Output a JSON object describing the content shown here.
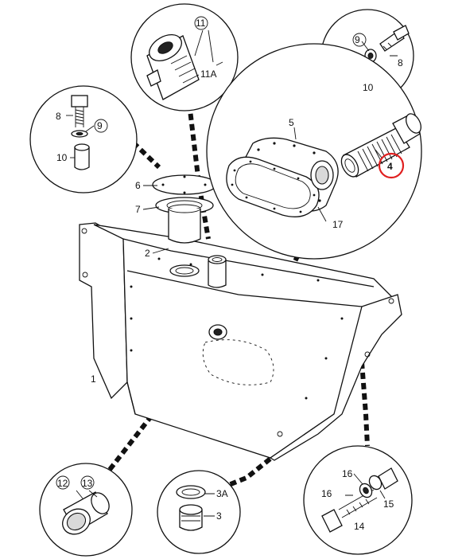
{
  "callouts": {
    "c1": "1",
    "c2": "2",
    "c3": "3",
    "c3a": "3A",
    "c4": "4",
    "c5": "5",
    "c6": "6",
    "c7": "7",
    "c8_left": "8",
    "c8_right": "8",
    "c9_left": "9",
    "c9_right": "9",
    "c10_left": "10",
    "c10_right": "10",
    "c11": "11",
    "c11a": "11A",
    "c12": "12",
    "c13": "13",
    "c14": "14",
    "c15": "15",
    "c16_top": "16",
    "c16_left": "16",
    "c17": "17"
  },
  "highlight_color": "#e02020"
}
